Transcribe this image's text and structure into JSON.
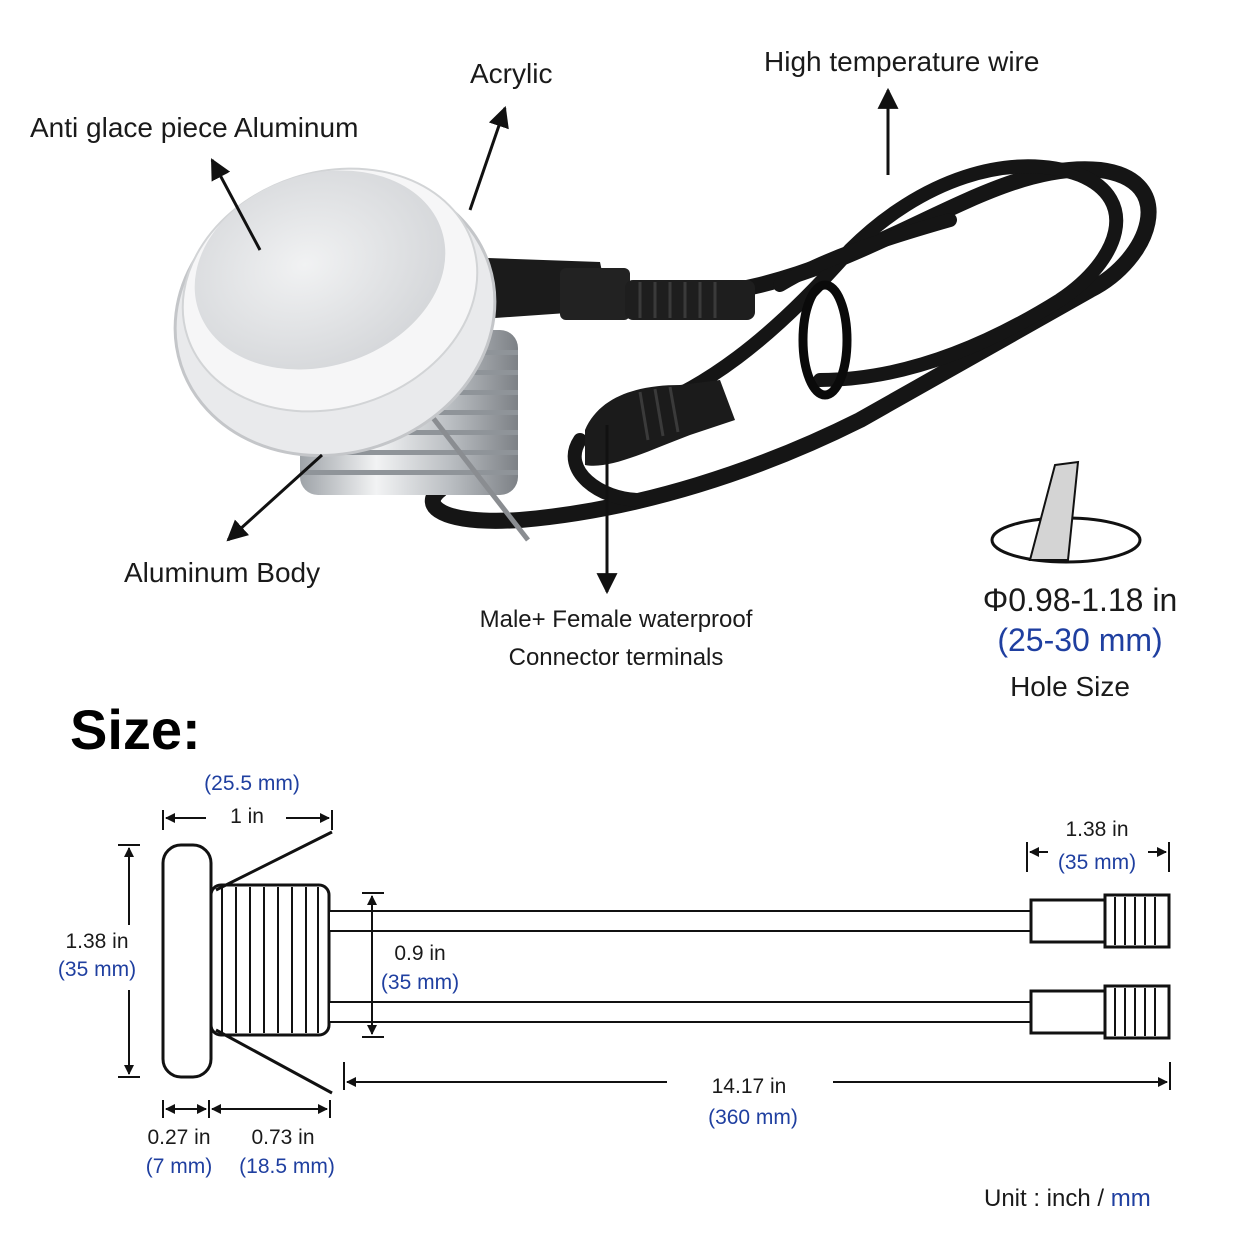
{
  "callouts": {
    "anti_glare": "Anti glace piece Aluminum",
    "acrylic": "Acrylic",
    "wire": "High temperature wire",
    "body": "Aluminum Body",
    "connector_line1": "Male+ Female waterproof",
    "connector_line2": "Connector terminals"
  },
  "hole": {
    "size_in": "Φ0.98-1.18 in",
    "size_mm": "(25-30 mm)",
    "label": "Hole Size"
  },
  "size_heading": "Size:",
  "dimensions": {
    "top_width_mm": "(25.5 mm)",
    "top_width_in": "1 in",
    "height_in": "1.38 in",
    "height_mm": "(35 mm)",
    "body_in": "0.9 in",
    "body_mm": "(35 mm)",
    "connector_in": "1.38 in",
    "connector_mm": "(35 mm)",
    "cable_in": "14.17 in",
    "cable_mm": "(360 mm)",
    "flange_in": "0.27 in",
    "flange_mm": "(7 mm)",
    "thread_in": "0.73 in",
    "thread_mm": "(18.5 mm)"
  },
  "unit": {
    "prefix": "Unit : inch / ",
    "mm": "mm"
  },
  "colors": {
    "text": "#1a1a1a",
    "metric_blue": "#1f3fa0",
    "cable_black": "#151515",
    "aluminum": "#c9ccd0"
  }
}
